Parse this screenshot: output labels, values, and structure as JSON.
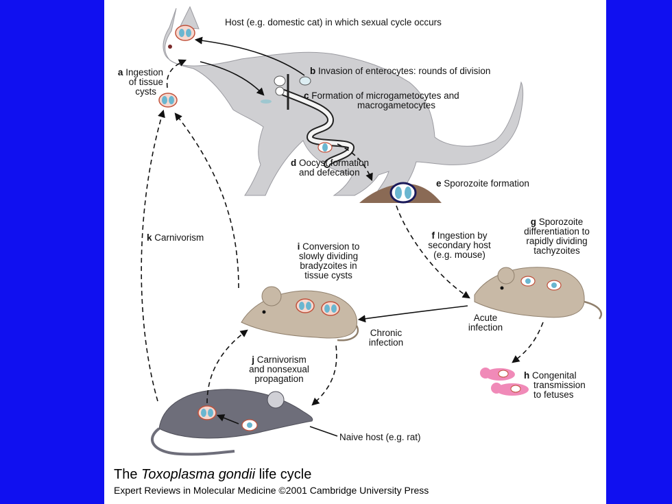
{
  "labels": {
    "host": "Host (e.g. domestic cat) in which sexual cycle occurs",
    "a": {
      "letter": "a",
      "line1": "Ingestion",
      "line2": "of tissue",
      "line3": "cysts"
    },
    "b": {
      "letter": "b",
      "text": "Invasion of enterocytes: rounds of division"
    },
    "c": {
      "letter": "c",
      "line1": "Formation of microgametocytes and",
      "line2": "macrogametocytes"
    },
    "d": {
      "letter": "d",
      "line1": "Oocyst formation",
      "line2": "and defecation"
    },
    "e": {
      "letter": "e",
      "text": "Sporozoite formation"
    },
    "f": {
      "letter": "f",
      "line1": "Ingestion by",
      "line2": "secondary host",
      "line3": "(e.g. mouse)"
    },
    "g": {
      "letter": "g",
      "line1": "Sporozoite",
      "line2": "differentiation to",
      "line3": "rapidly dividing",
      "line4": "tachyzoites"
    },
    "h": {
      "letter": "h",
      "line1": "Congenital",
      "line2": "transmission",
      "line3": "to fetuses"
    },
    "i": {
      "letter": "i",
      "line1": "Conversion to",
      "line2": "slowly dividing",
      "line3": "bradyzoites in",
      "line4": "tissue cysts"
    },
    "j": {
      "letter": "j",
      "line1": "Carnivorism",
      "line2": "and nonsexual",
      "line3": "propagation"
    },
    "k": {
      "letter": "k",
      "text": "Carnivorism"
    },
    "acute": {
      "line1": "Acute",
      "line2": "infection"
    },
    "chronic": {
      "line1": "Chronic",
      "line2": "infection"
    },
    "naive": "Naive host (e.g. rat)"
  },
  "title": {
    "prefix": "The ",
    "italic": "Toxoplasma gondii",
    "suffix": " life cycle"
  },
  "credit": "Expert Reviews in Molecular Medicine ©2001 Cambridge University Press",
  "colors": {
    "background": "#1010f0",
    "cat": "#cfcfd2",
    "mouse": "#c8b9a6",
    "rat": "#6e6e7a",
    "fetus": "#f08ab8",
    "soil": "#8a6a55",
    "cyst_ring": "#c0503a",
    "parasite": "#6ab6d0"
  }
}
